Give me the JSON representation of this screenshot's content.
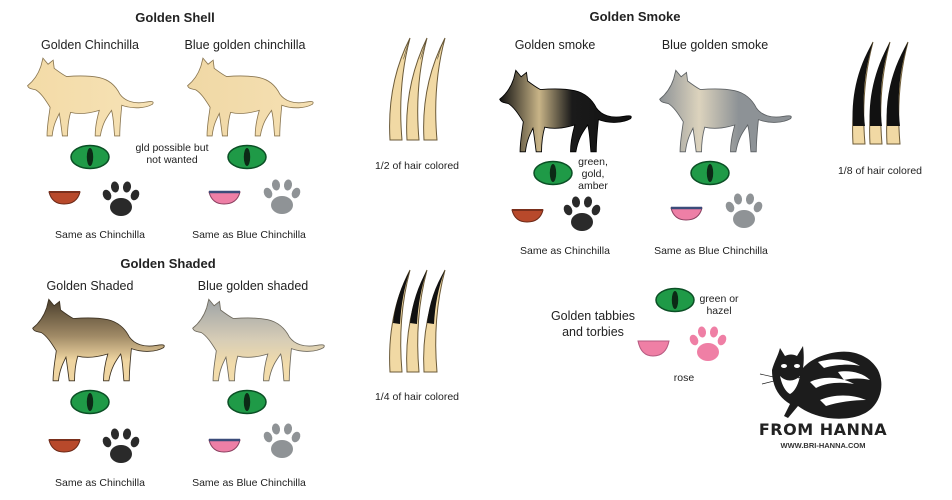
{
  "sections": {
    "golden_shell": {
      "title": "Golden Shell",
      "left": {
        "label": "Golden Chinchilla",
        "caption": "Same as Chinchilla"
      },
      "right": {
        "label": "Blue golden chinchilla",
        "caption": "Same as Blue Chinchilla"
      },
      "eye_note": "gld possible but not wanted",
      "hair_caption": "1/2 of hair colored"
    },
    "golden_shaded": {
      "title": "Golden Shaded",
      "left": {
        "label": "Golden Shaded",
        "caption": "Same as Chinchilla"
      },
      "right": {
        "label": "Blue golden shaded",
        "caption": "Same as Blue Chinchilla"
      },
      "hair_caption": "1/4 of hair colored"
    },
    "golden_smoke": {
      "title": "Golden Smoke",
      "left": {
        "label": "Golden smoke",
        "caption": "Same as Chinchilla"
      },
      "right": {
        "label": "Blue golden smoke",
        "caption": "Same as Blue Chinchilla"
      },
      "eye_note": "green, gold, amber",
      "hair_caption": "1/8 of hair colored"
    },
    "tabbies": {
      "label": "Golden tabbies and torbies",
      "eye_note": "green or hazel",
      "caption": "rose"
    }
  },
  "watermark": {
    "name": "FROM HANNA",
    "url": "WWW.BRI-HANNA.COM"
  },
  "colors": {
    "cream": "#f1d9a4",
    "eye_green": "#1f9a47",
    "nose_brick": "#b8492b",
    "nose_pink": "#ee7fa6",
    "paw_dark": "#2a2a2a",
    "paw_gray": "#8f9396",
    "paw_pink": "#ef7fa5"
  },
  "icons": [
    "cat-silhouette-icon",
    "eye-icon",
    "nose-icon",
    "paw-icon",
    "hair-strands-icon",
    "cat-photo-logo"
  ]
}
